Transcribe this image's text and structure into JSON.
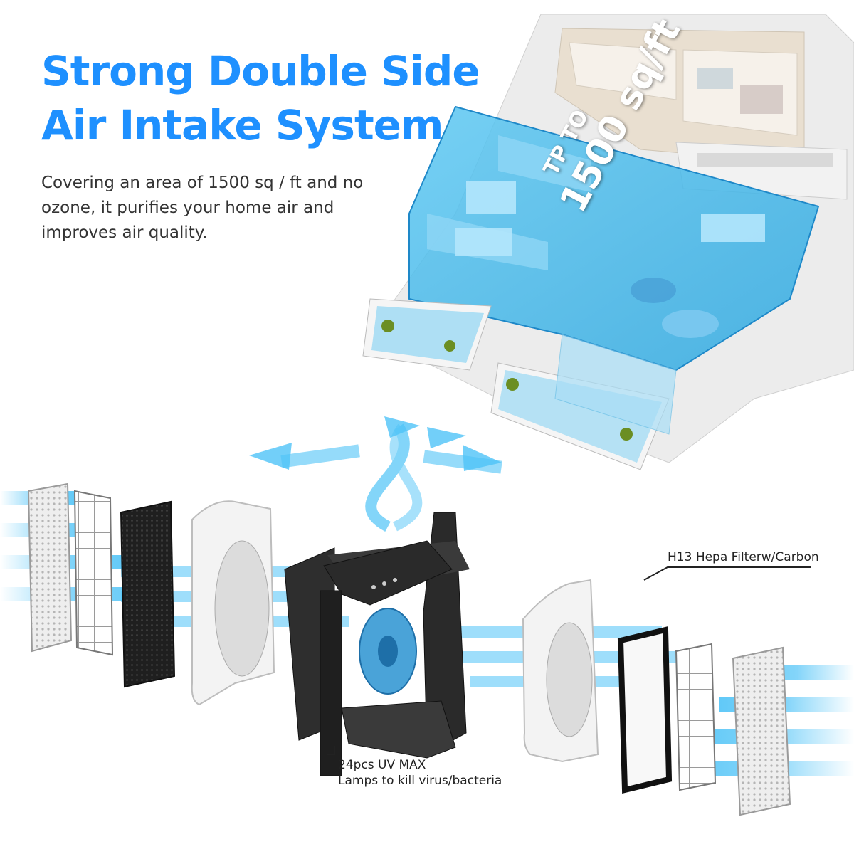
{
  "headline": {
    "line1": "Strong Double Side",
    "line2": "Air Intake System"
  },
  "description": "Covering an area of 1500 sq / ft and no ozone, it purifies your home air and improves air quality.",
  "floorplan": {
    "label_line1": "TP TO",
    "label_line2": "1500 sq/ft"
  },
  "callouts": {
    "hepa": "H13 Hepa Filterw/Carbon",
    "uv_line1": "24pcs UV MAX",
    "uv_line2": "Lamps to kill virus/bacteria"
  },
  "colors": {
    "accent": "#1e90ff",
    "airflow": "#4fc3f7",
    "text": "#333333"
  }
}
